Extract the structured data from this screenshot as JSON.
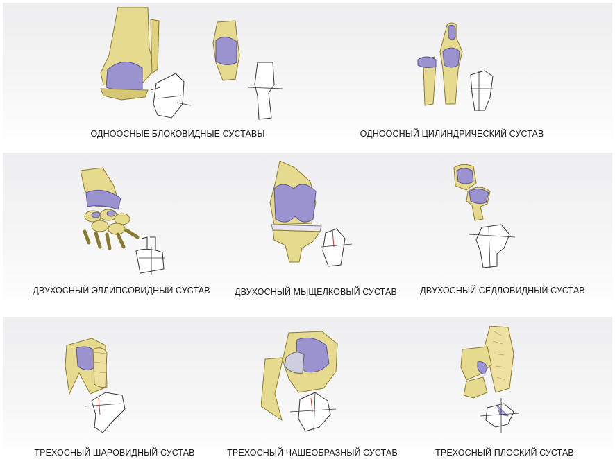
{
  "joints": [
    {
      "id": "uniaxial-hinge",
      "caption": "ОДНООСНЫЕ БЛОКОВИДНЫЕ СУСТАВЫ"
    },
    {
      "id": "uniaxial-cylindrical",
      "caption": "ОДНООСНЫЙ ЦИЛИНДРИЧЕСКИЙ СУСТАВ"
    },
    {
      "id": "biaxial-ellipsoid",
      "caption": "ДВУХОСНЫЙ ЭЛЛИПСОВИДНЫЙ СУСТАВ"
    },
    {
      "id": "biaxial-condylar",
      "caption": "ДВУХОСНЫЙ МЫЩЕЛКОВЫЙ СУСТАВ"
    },
    {
      "id": "biaxial-saddle",
      "caption": "ДВУХОСНЫЙ СЕДЛОВИДНЫЙ СУСТАВ"
    },
    {
      "id": "triaxial-ball",
      "caption": "ТРЕХОСНЫЙ ШАРОВИДНЫЙ СУСТАВ"
    },
    {
      "id": "triaxial-cup",
      "caption": "ТРЕХОСНЫЙ ЧАШЕОБРАЗНЫЙ СУСТАВ"
    },
    {
      "id": "triaxial-plane",
      "caption": "ТРЕХОСНЫЙ ПЛОСКИЙ СУСТАВ"
    }
  ],
  "colors": {
    "bone": "#e6da8e",
    "bone_shade": "#c4b35a",
    "cartilage": "#9a93cf",
    "cartilage_dark": "#6f67b0",
    "outline": "#3a3a3a"
  }
}
